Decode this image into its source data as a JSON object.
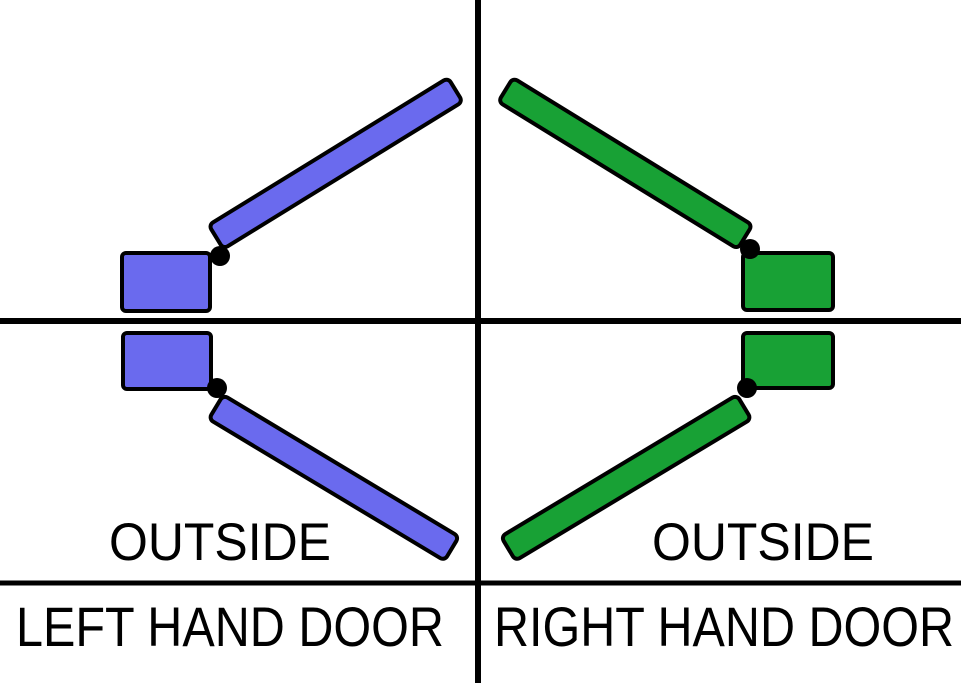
{
  "diagram": {
    "left": {
      "outside_label": "OUTSIDE",
      "name_label": "LEFT HAND DOOR"
    },
    "right": {
      "outside_label": "OUTSIDE",
      "name_label": "RIGHT HAND DOOR"
    }
  },
  "colors": {
    "left_door": "#6a6aee",
    "right_door": "#18a135",
    "outline": "#000000",
    "hinge": "#000000",
    "text": "#000000",
    "background": "#ffffff"
  }
}
